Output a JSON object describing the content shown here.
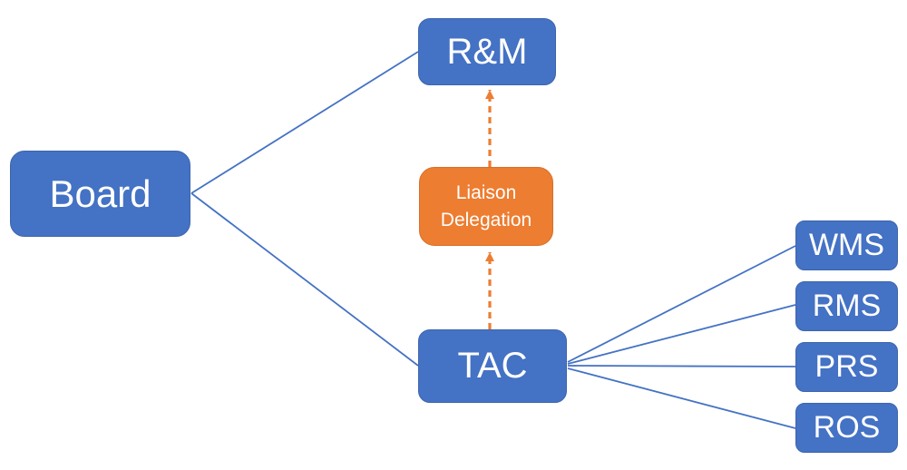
{
  "diagram": {
    "nodes": {
      "board": {
        "label": "Board",
        "color": "#4472C4"
      },
      "rm": {
        "label": "R&M",
        "color": "#4472C4"
      },
      "liaison": {
        "line1": "Liaison",
        "line2": "Delegation",
        "color": "#ED7D31"
      },
      "tac": {
        "label": "TAC",
        "color": "#4472C4"
      },
      "wms": {
        "label": "WMS",
        "color": "#4472C4"
      },
      "rms": {
        "label": "RMS",
        "color": "#4472C4"
      },
      "prs": {
        "label": "PRS",
        "color": "#4472C4"
      },
      "ros": {
        "label": "ROS",
        "color": "#4472C4"
      }
    },
    "edges": [
      {
        "from": "Board",
        "to": "R&M",
        "style": "solid",
        "color": "#4472C4"
      },
      {
        "from": "Board",
        "to": "TAC",
        "style": "solid",
        "color": "#4472C4"
      },
      {
        "from": "TAC",
        "to": "WMS",
        "style": "solid",
        "color": "#4472C4"
      },
      {
        "from": "TAC",
        "to": "RMS",
        "style": "solid",
        "color": "#4472C4"
      },
      {
        "from": "TAC",
        "to": "PRS",
        "style": "solid",
        "color": "#4472C4"
      },
      {
        "from": "TAC",
        "to": "ROS",
        "style": "solid",
        "color": "#4472C4"
      },
      {
        "from": "TAC",
        "to": "Liaison Delegation",
        "style": "dashed-arrow",
        "color": "#ED7D31"
      },
      {
        "from": "Liaison Delegation",
        "to": "R&M",
        "style": "dashed-arrow",
        "color": "#ED7D31"
      }
    ],
    "colors": {
      "node_blue": "#4472C4",
      "node_orange": "#ED7D31",
      "connector_blue": "#4472C4",
      "connector_orange": "#ED7D31",
      "text": "#FFFFFF",
      "background": "#FFFFFF"
    }
  }
}
